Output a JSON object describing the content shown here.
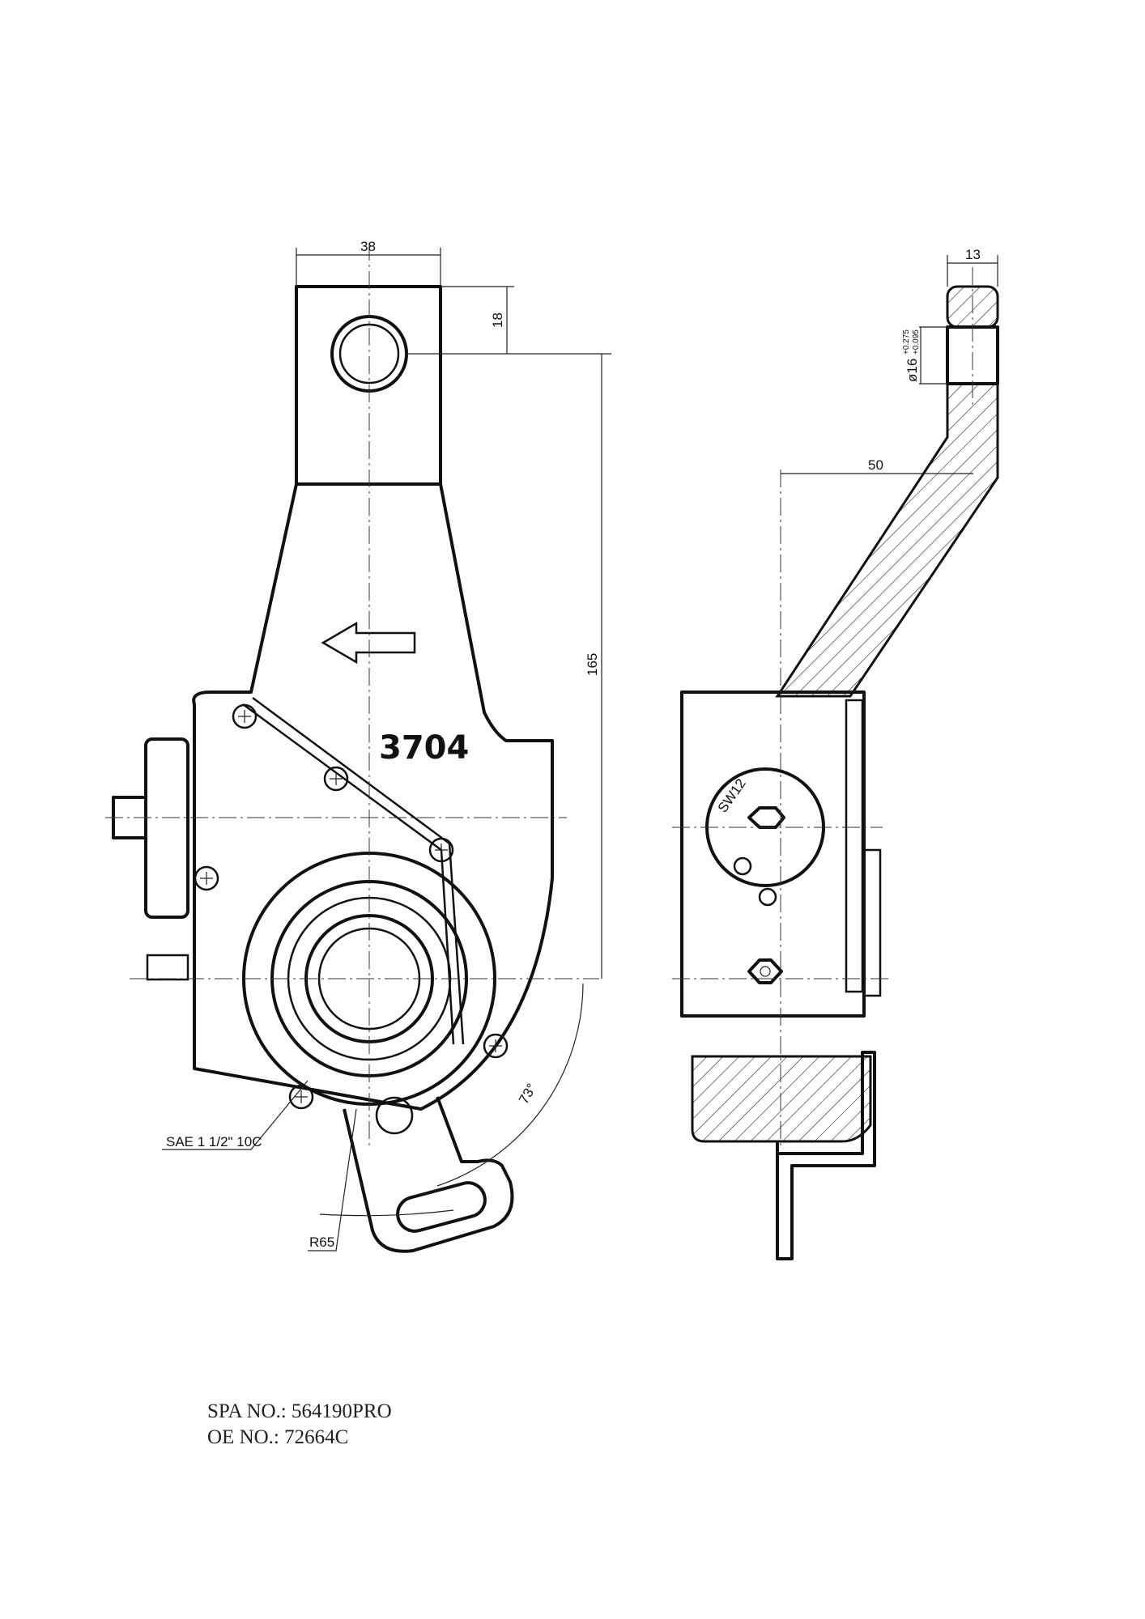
{
  "drawing": {
    "part_marking": "3704",
    "dimensions": {
      "arm_width": "38",
      "eye_offset": "18",
      "arm_length": "165",
      "eye_thickness": "13",
      "eye_diameter": "ø16",
      "eye_tol_upper": "+0.275",
      "eye_tol_lower": "+0.095",
      "offset": "50",
      "spline": "SAE 1 1/2\" 10C",
      "radius": "R65",
      "angle": "73°",
      "wrench_size": "SW12"
    }
  },
  "notes": {
    "spa_no": "SPA NO.: 564190PRO",
    "oe_no": "OE NO.: 72664C"
  }
}
